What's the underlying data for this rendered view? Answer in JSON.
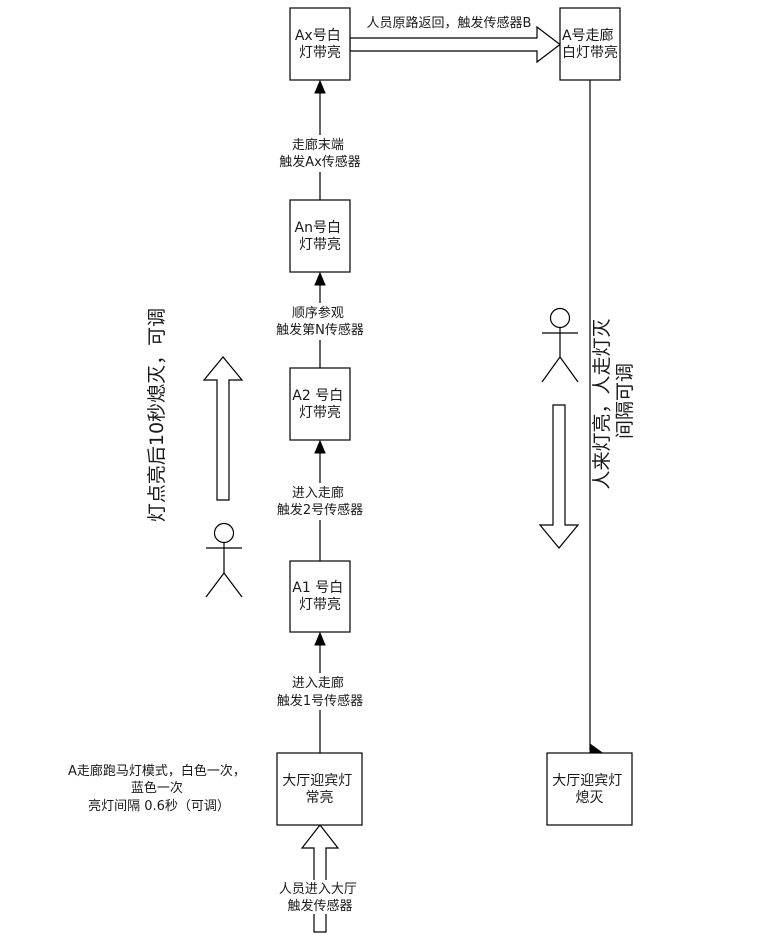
{
  "nodes": {
    "ax_light": {
      "lines": [
        "Ax号白",
        "灯带亮"
      ]
    },
    "an_light": {
      "lines": [
        "An号白",
        "灯带亮"
      ]
    },
    "a2_light": {
      "lines": [
        "A2 号白",
        "灯带亮"
      ]
    },
    "a1_light": {
      "lines": [
        "A1 号白",
        "灯带亮"
      ]
    },
    "lobby_on": {
      "lines": [
        "大厅迎宾灯",
        "常亮"
      ]
    },
    "corridor_a_light": {
      "lines": [
        "A号走廊",
        "白灯带亮"
      ]
    },
    "lobby_off": {
      "lines": [
        "大厅迎宾灯",
        "熄灭"
      ]
    }
  },
  "edges": {
    "ax_to_corridor_a": {
      "lines": [
        "人员原路返回，触发传感器B"
      ]
    },
    "an_to_ax": {
      "lines": [
        "走廊末端",
        "触发Ax传感器"
      ]
    },
    "a2_to_an": {
      "lines": [
        "顺序参观",
        "触发第N传感器"
      ]
    },
    "a1_to_a2": {
      "lines": [
        "进入走廊",
        "触发2号传感器"
      ]
    },
    "lobby_to_a1": {
      "lines": [
        "进入走廊",
        "触发1号传感器"
      ]
    },
    "enter_lobby": {
      "lines": [
        "人员进入大厅",
        "触发传感器"
      ]
    }
  },
  "annotations": {
    "marquee_mode": {
      "lines": [
        "A走廊跑马灯模式，白色一次，",
        "蓝色一次",
        "亮灯间隔 0.6秒（可调）"
      ]
    },
    "auto_off": {
      "lines": [
        "灯点亮后10秒熄灭，可调"
      ]
    },
    "presence": {
      "lines": [
        "人来灯亮，人走灯灭",
        "间隔可调"
      ]
    }
  },
  "icons": {
    "left_actor": "person-icon",
    "right_actor": "person-icon",
    "up_arrow": "hollow-up-arrow",
    "down_arrow": "hollow-down-arrow",
    "entry_arrow": "hollow-up-arrow",
    "return_arrow": "hollow-right-arrow"
  },
  "colors": {
    "stroke": "#000000",
    "text": "#1a1a1a",
    "background": "#ffffff"
  }
}
